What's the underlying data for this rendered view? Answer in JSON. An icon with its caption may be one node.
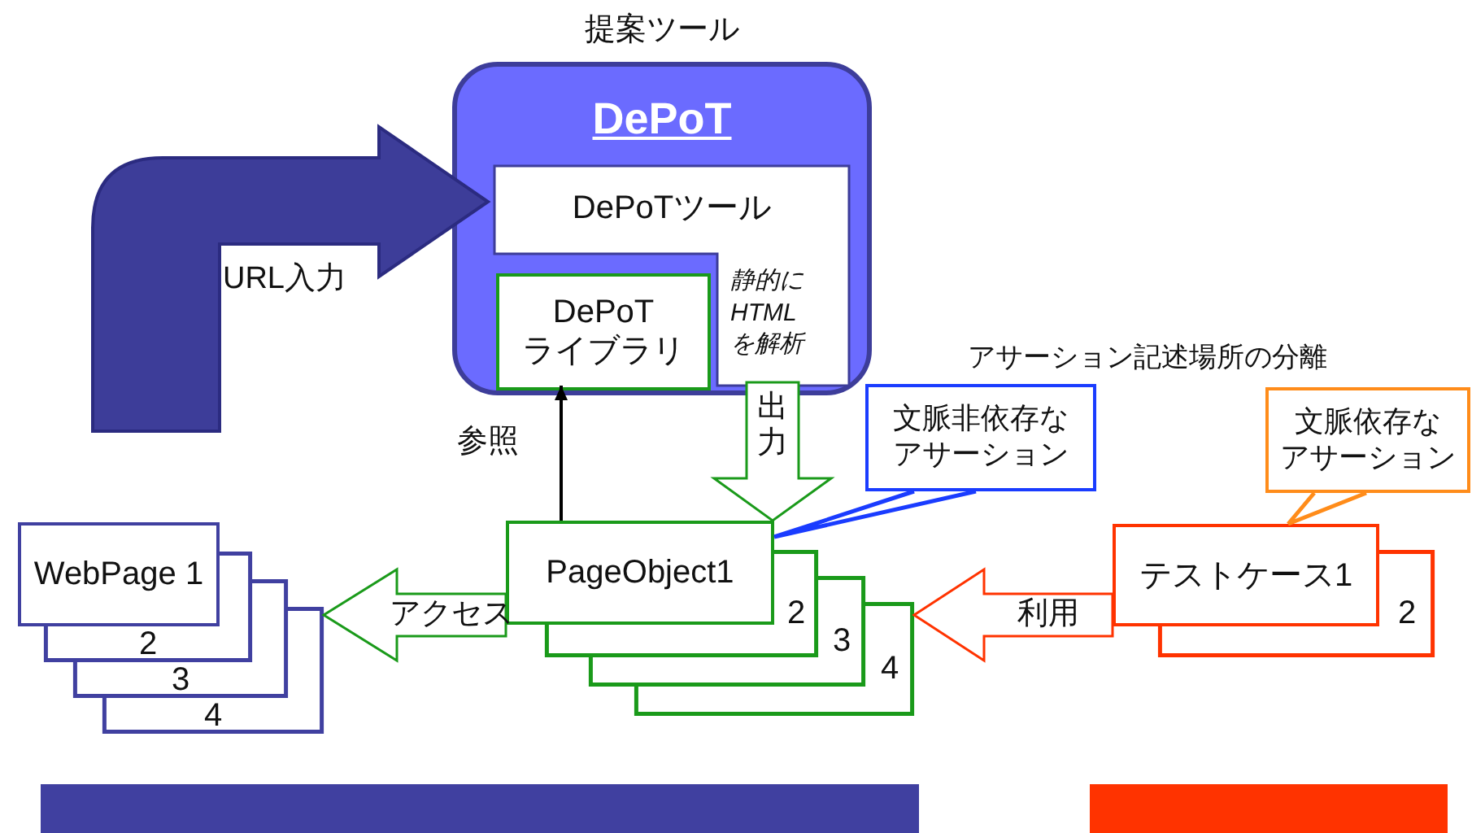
{
  "diagram": {
    "nodes": [
      {
        "text": [
          "提案ツール",
          "DePoT"
        ]
      },
      {
        "text": [
          "DePoTツール",
          "静的にHTMLを解析"
        ],
        "in": 0
      },
      {
        "text": [
          "DePoTライブラリ"
        ],
        "in": 0
      },
      {
        "text": [
          "WebPage 1"
        ]
      },
      {
        "text": [
          "2"
        ]
      },
      {
        "text": [
          "3"
        ]
      },
      {
        "text": [
          "4"
        ]
      },
      {
        "text": [
          "PageObject1"
        ]
      },
      {
        "text": [
          "2"
        ]
      },
      {
        "text": [
          "3"
        ]
      },
      {
        "text": [
          "4"
        ]
      },
      {
        "text": [
          "テストケース1"
        ]
      },
      {
        "text": [
          "2"
        ]
      },
      {
        "text": [
          "文脈非依存なアサーション"
        ]
      },
      {
        "text": [
          "文脈依存なアサーション"
        ]
      },
      {
        "text": [],
        "shape": "bar"
      },
      {
        "text": [],
        "shape": "bar"
      }
    ],
    "edges": [
      {
        "from": null,
        "to": 1,
        "arrow": "to",
        "label": "URL入力",
        "style": "thick",
        "color": "#3d3d99"
      },
      {
        "from": 1,
        "to": 7,
        "arrow": "to",
        "label": "出力",
        "color": "#1a9a1a"
      },
      {
        "from": 7,
        "to": 6,
        "arrow": "to",
        "label": "アクセス",
        "color": "#1a9a1a"
      },
      {
        "from": 11,
        "to": 10,
        "arrow": "to",
        "label": "利用",
        "color": "#ff3300"
      },
      {
        "from": 7,
        "to": 2,
        "arrow": "to",
        "label": "参照",
        "color": "#000000"
      },
      {
        "from": 13,
        "to": 7,
        "arrow": "none",
        "color": "#1a3cff"
      },
      {
        "from": 14,
        "to": 11,
        "arrow": "none",
        "color": "#ff8c1a"
      }
    ],
    "labels": [
      "アサーション記述場所の分離"
    ]
  }
}
